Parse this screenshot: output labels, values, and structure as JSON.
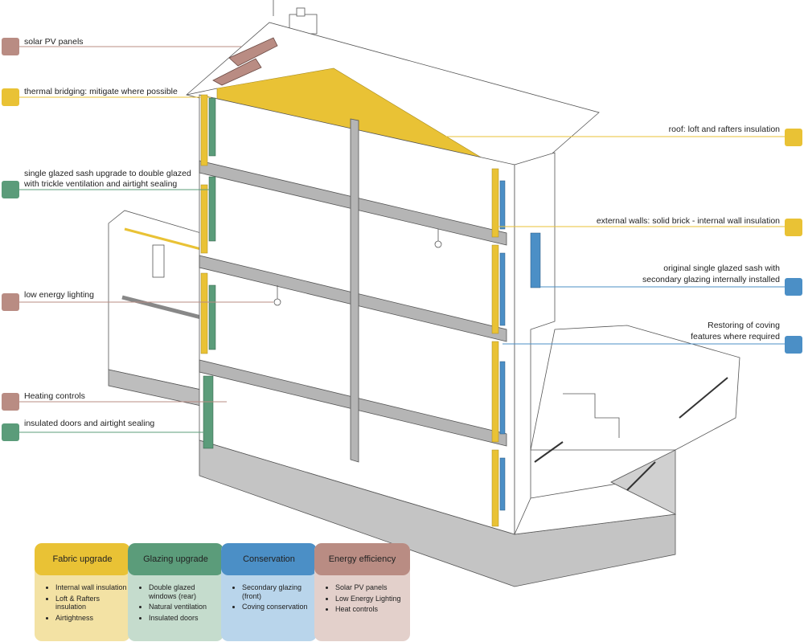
{
  "colors": {
    "fabric": "#e9c235",
    "fabric_light": "#f3e2a4",
    "glazing": "#5b9c7a",
    "glazing_light": "#c5dccd",
    "conservation": "#4b8fc6",
    "conservation_light": "#b9d5eb",
    "energy": "#b98c83",
    "energy_light": "#e3d0cb"
  },
  "callouts": {
    "solar": "solar PV panels",
    "thermal": "thermal bridging: mitigate where possible",
    "sash_line1": "single glazed sash upgrade to double glazed",
    "sash_line2": "with trickle ventilation and airtight sealing",
    "lighting": "low energy lighting",
    "heating": "Heating controls",
    "doors": "insulated doors and airtight sealing",
    "roof": "roof: loft and rafters insulation",
    "walls": "external walls: solid brick - internal wall insulation",
    "orig_line1": "original single glazed sash with",
    "orig_line2": "secondary glazing internally installed",
    "coving_line1": "Restoring of coving",
    "coving_line2": "features where required"
  },
  "legend": {
    "fabric": {
      "title": "Fabric upgrade",
      "items": [
        "Internal wall insulation",
        "Loft & Rafters insulation",
        "Airtightness"
      ]
    },
    "glazing": {
      "title": "Glazing upgrade",
      "items": [
        "Double glazed windows (rear)",
        "Natural ventilation",
        "Insulated doors"
      ]
    },
    "conservation": {
      "title": "Conservation",
      "items": [
        "Secondary glazing (front)",
        "Coving conservation"
      ]
    },
    "energy": {
      "title": "Energy efficiency",
      "items": [
        "Solar PV panels",
        "Low Energy Lighting",
        "Heat controls"
      ]
    }
  }
}
